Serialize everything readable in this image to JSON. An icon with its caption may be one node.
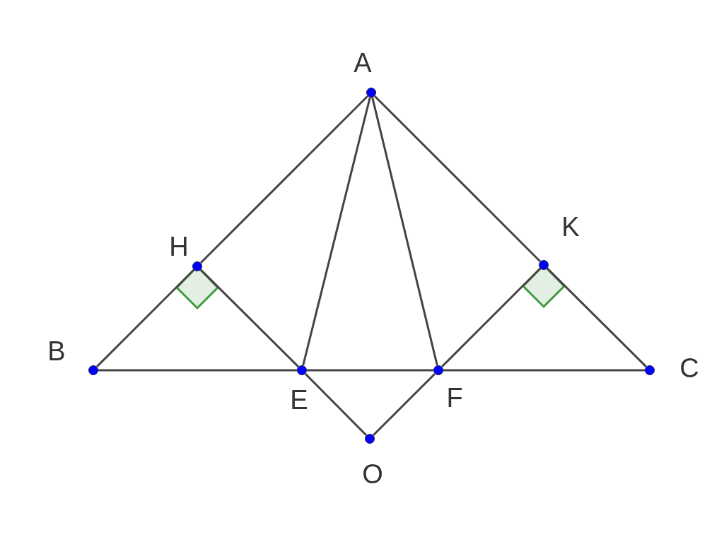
{
  "diagram": {
    "nodes": [
      {
        "text": [
          "A"
        ]
      },
      {
        "text": [
          "H"
        ]
      },
      {
        "text": [
          "K"
        ]
      },
      {
        "text": [
          "B"
        ]
      },
      {
        "text": [
          "E"
        ]
      },
      {
        "text": [
          "F"
        ]
      },
      {
        "text": [
          "C"
        ]
      },
      {
        "text": [
          "O"
        ]
      }
    ],
    "edges": [
      {
        "from": 0,
        "to": 1,
        "arrow": "none"
      },
      {
        "from": 1,
        "to": 3,
        "arrow": "none"
      },
      {
        "from": 0,
        "to": 2,
        "arrow": "none"
      },
      {
        "from": 2,
        "to": 6,
        "arrow": "none"
      },
      {
        "from": 3,
        "to": 4,
        "arrow": "none"
      },
      {
        "from": 4,
        "to": 5,
        "arrow": "none"
      },
      {
        "from": 5,
        "to": 6,
        "arrow": "none"
      },
      {
        "from": 0,
        "to": 4,
        "arrow": "none"
      },
      {
        "from": 0,
        "to": 5,
        "arrow": "none"
      },
      {
        "from": 1,
        "to": 4,
        "arrow": "none"
      },
      {
        "from": 4,
        "to": 7,
        "arrow": "none"
      },
      {
        "from": 7,
        "to": 5,
        "arrow": "none"
      },
      {
        "from": 5,
        "to": 2,
        "arrow": "none"
      }
    ]
  }
}
